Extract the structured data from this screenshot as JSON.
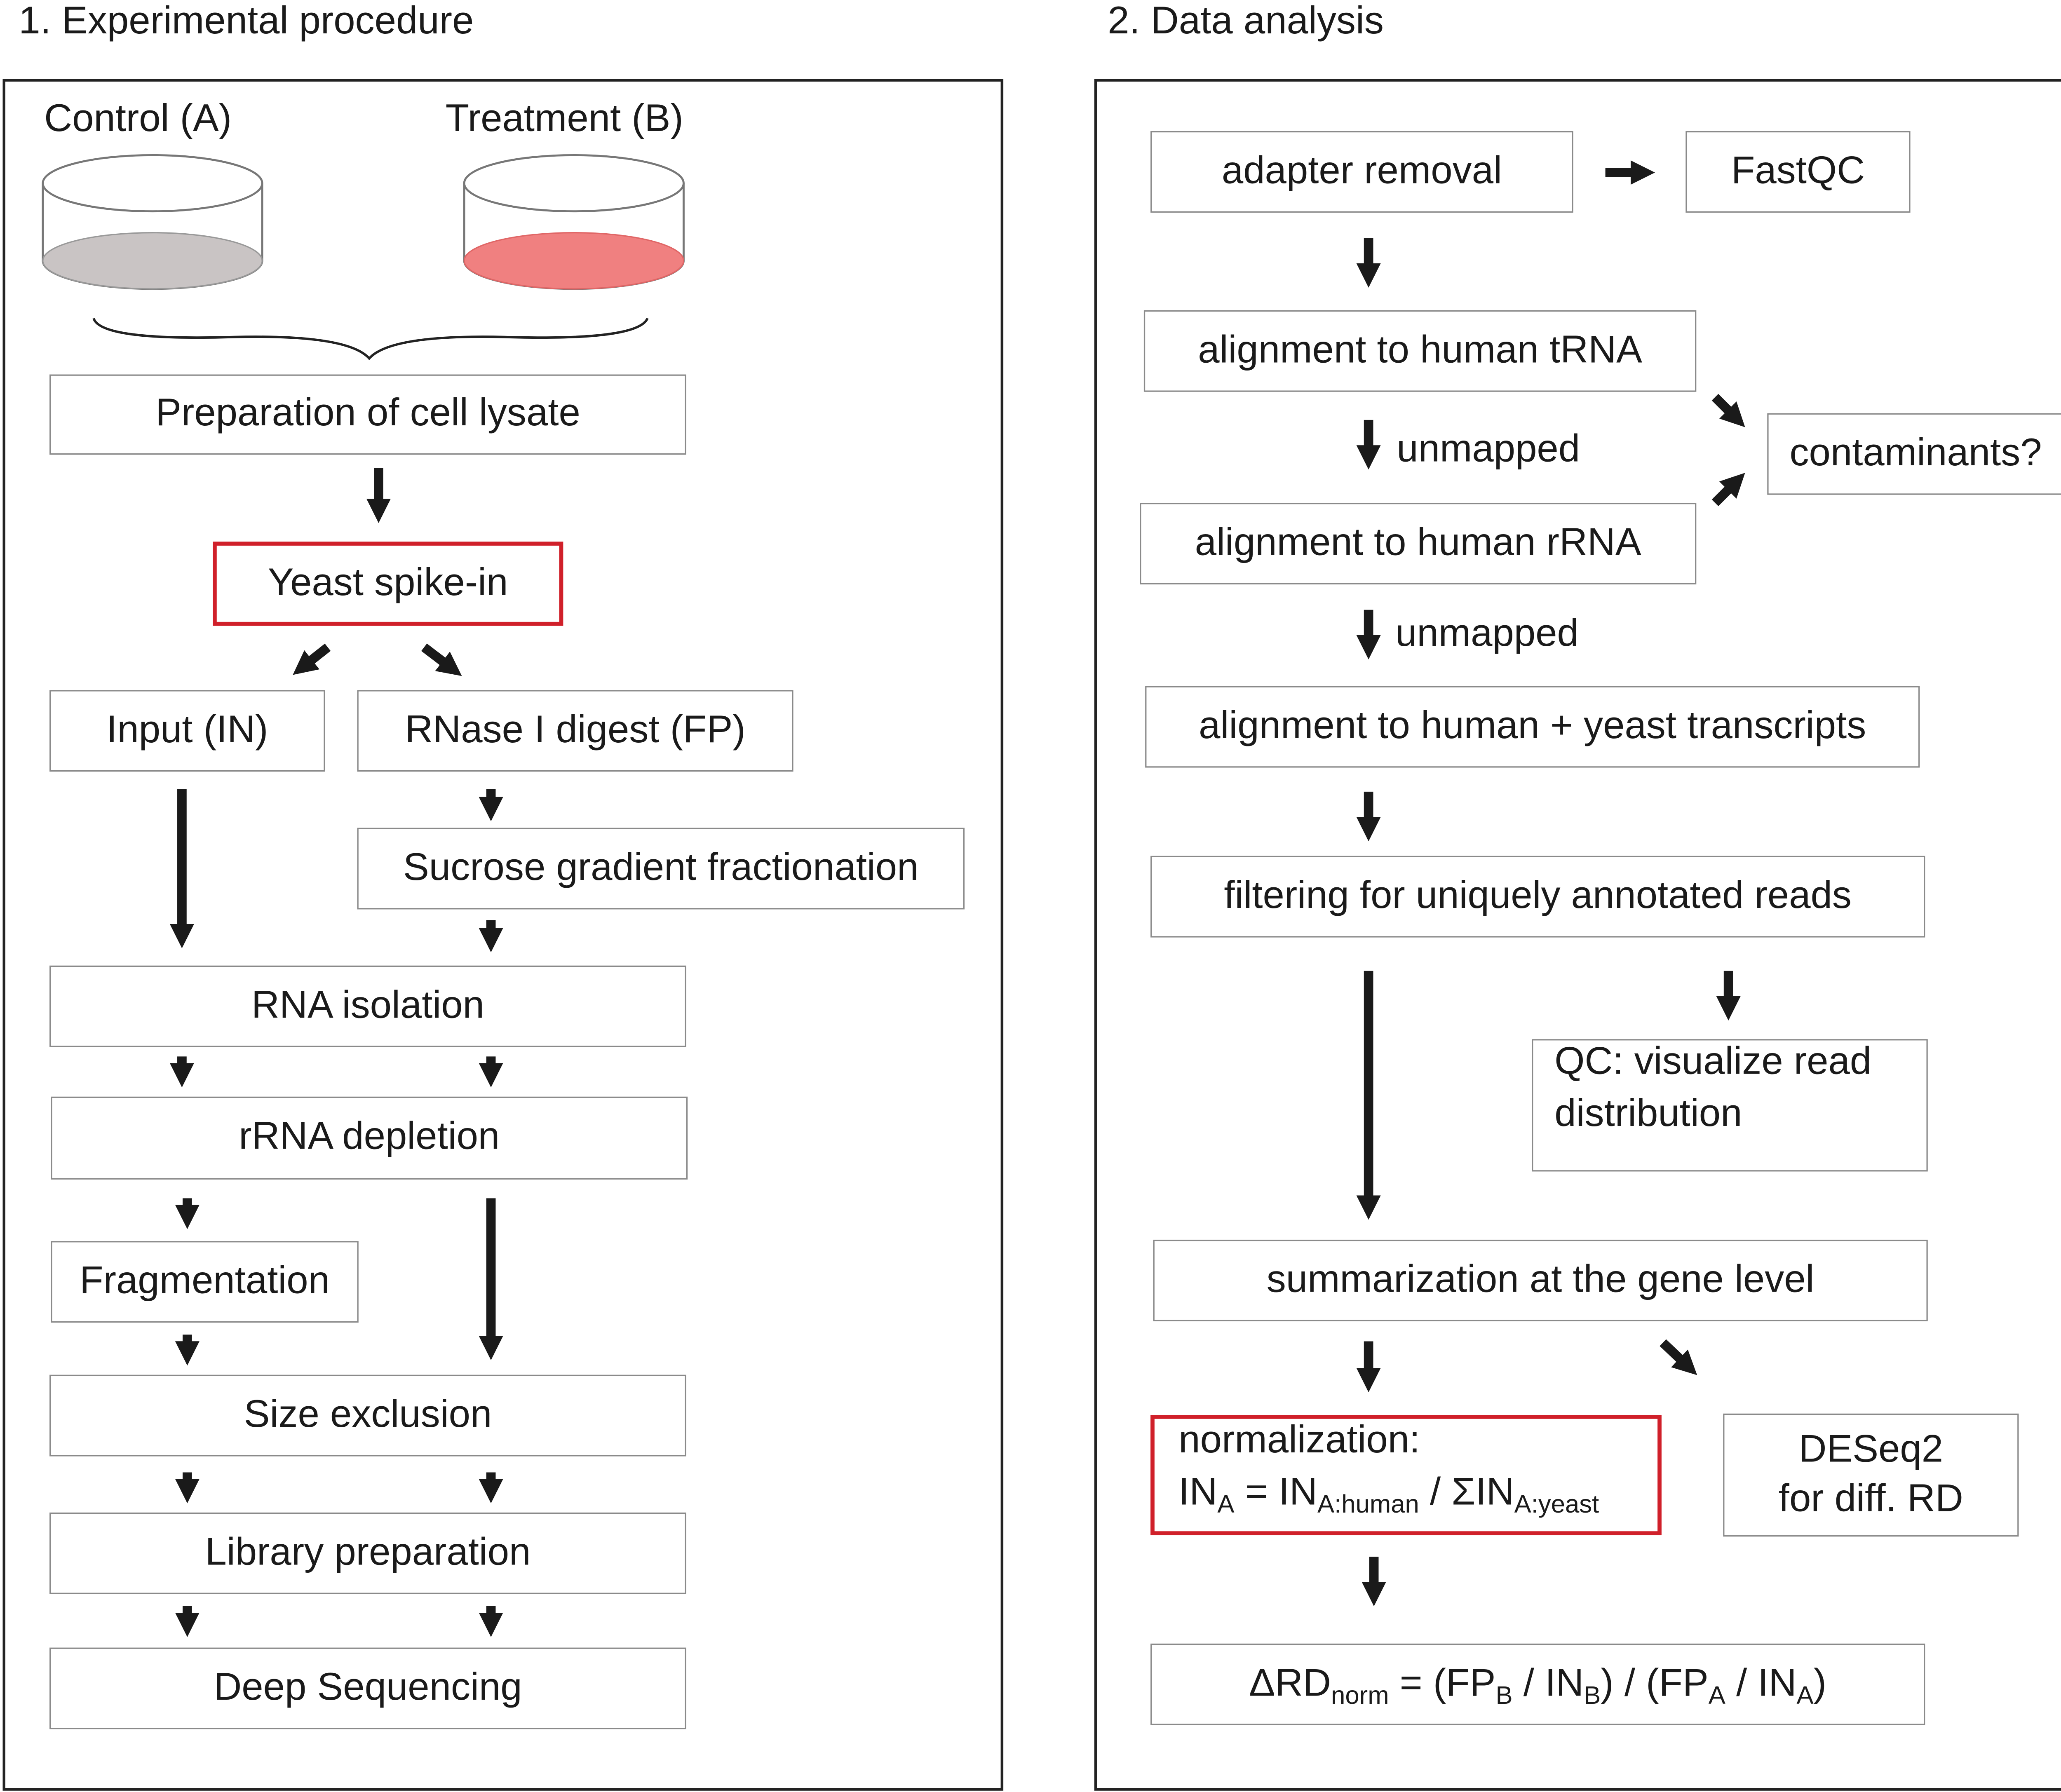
{
  "left": {
    "title": "1. Experimental procedure",
    "control_label": "Control (A)",
    "treatment_label": "Treatment (B)",
    "colors": {
      "control_fill": "#c9c4c4",
      "treatment_fill": "#f08080",
      "highlight": "#d0202a"
    },
    "steps": {
      "lysate": "Preparation of cell lysate",
      "spike": "Yeast spike-in",
      "input": "Input (IN)",
      "rnase": "RNase I digest (FP)",
      "sucrose": "Sucrose gradient fractionation",
      "rna_iso": "RNA isolation",
      "rrna_dep": "rRNA depletion",
      "frag": "Fragmentation",
      "size": "Size exclusion",
      "library": "Library preparation",
      "deep": "Deep Sequencing"
    }
  },
  "right": {
    "title": "2. Data analysis",
    "steps": {
      "adapter": "adapter removal",
      "fastqc": "FastQC",
      "trna": "alignment to human tRNA",
      "unmapped1": "unmapped",
      "contaminants": "contaminants?",
      "rrna": "alignment to human rRNA",
      "unmapped2": "unmapped",
      "transcripts": "alignment to human + yeast transcripts",
      "filtering": "filtering for uniquely annotated reads",
      "qc_line1": "QC: visualize read",
      "qc_line2": "distribution",
      "summarization": "summarization at the gene level",
      "norm_title": "normalization:",
      "norm_a": "IN",
      "norm_a_sub": "A",
      "norm_eq": " = IN",
      "norm_human_sub": "A:human",
      "norm_div": " / ΣIN",
      "norm_yeast_sub": "A:yeast",
      "deseq_line1": "DESeq2",
      "deseq_line2": "for diff. RD",
      "delta_rd": "ΔRD",
      "delta_sub": "norm",
      "delta_eq": " = (FP",
      "fpb_sub": "B",
      "delta_mid1": " / IN",
      "inb_sub": "B",
      "delta_mid2": ") / (FP",
      "fpa_sub": "A",
      "delta_mid3": " / IN",
      "ina_sub": "A",
      "delta_end": ")"
    }
  }
}
